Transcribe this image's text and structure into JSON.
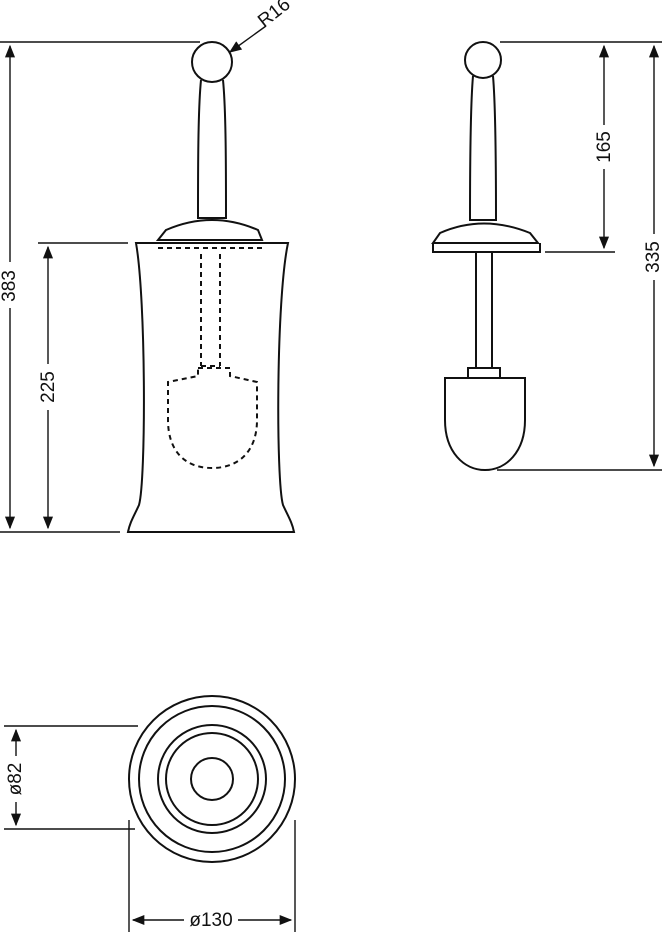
{
  "dimensions": {
    "radius_knob": "R16",
    "total_height": "383",
    "holder_height": "225",
    "handle_length": "165",
    "brush_length": "335",
    "inner_diameter": "ø82",
    "outer_diameter": "ø130"
  }
}
